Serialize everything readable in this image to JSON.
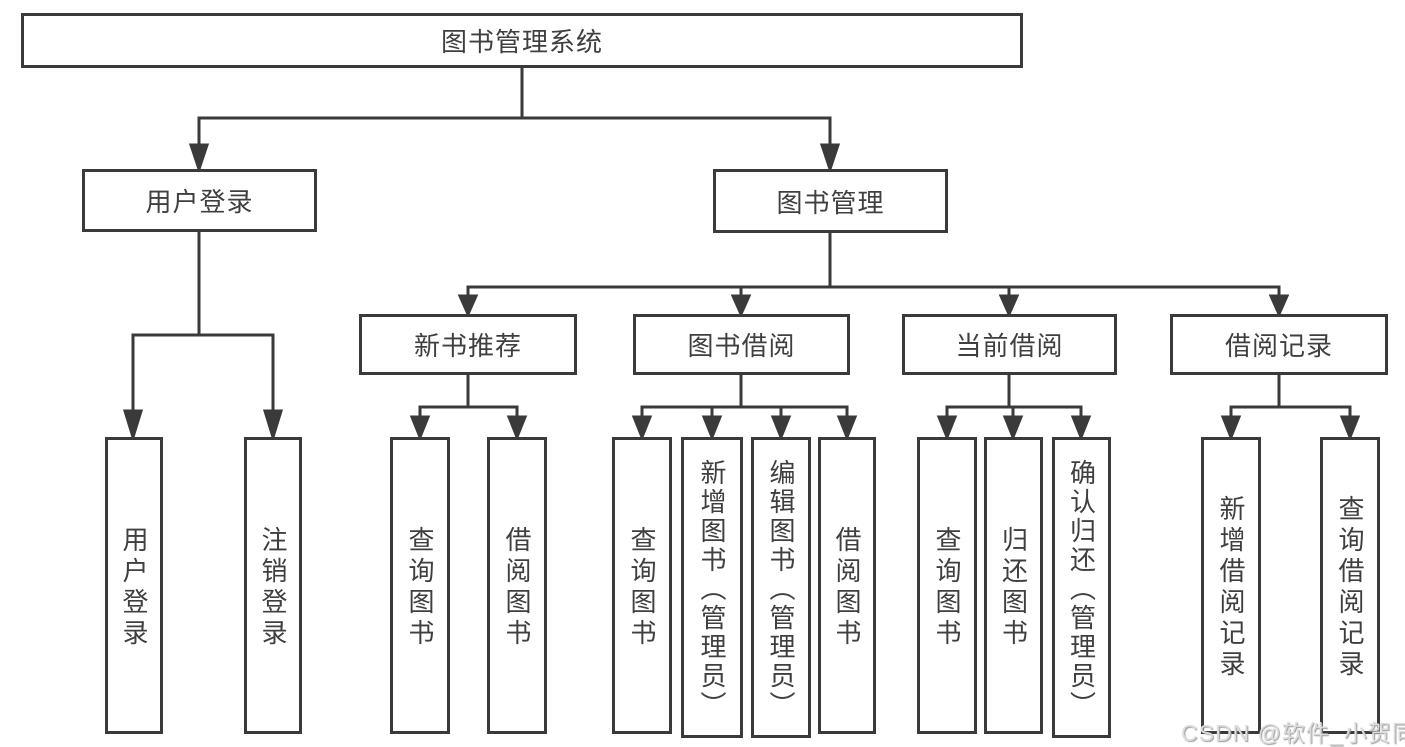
{
  "diagram": {
    "root": {
      "label": "图书管理系统"
    },
    "branches": [
      {
        "label": "用户登录",
        "children": [
          {
            "label": "用户登录"
          },
          {
            "label": "注销登录"
          }
        ]
      },
      {
        "label": "图书管理",
        "children": [
          {
            "label": "新书推荐",
            "children": [
              {
                "label": "查询图书"
              },
              {
                "label": "借阅图书"
              }
            ]
          },
          {
            "label": "图书借阅",
            "children": [
              {
                "label": "查询图书"
              },
              {
                "label": "新增图书（管理员）"
              },
              {
                "label": "编辑图书（管理员）"
              },
              {
                "label": "借阅图书"
              }
            ]
          },
          {
            "label": "当前借阅",
            "children": [
              {
                "label": "查询图书"
              },
              {
                "label": "归还图书"
              },
              {
                "label": "确认归还（管理员）"
              }
            ]
          },
          {
            "label": "借阅记录",
            "children": [
              {
                "label": "新增借阅记录"
              },
              {
                "label": "查询借阅记录"
              }
            ]
          }
        ]
      }
    ]
  },
  "watermark": {
    "text": "CSDN @软件_小贺同学"
  },
  "colors": {
    "line": "#3a3a3a",
    "text": "#3f3f3f",
    "background": "#ffffff",
    "watermark": "#dcdcdc"
  }
}
